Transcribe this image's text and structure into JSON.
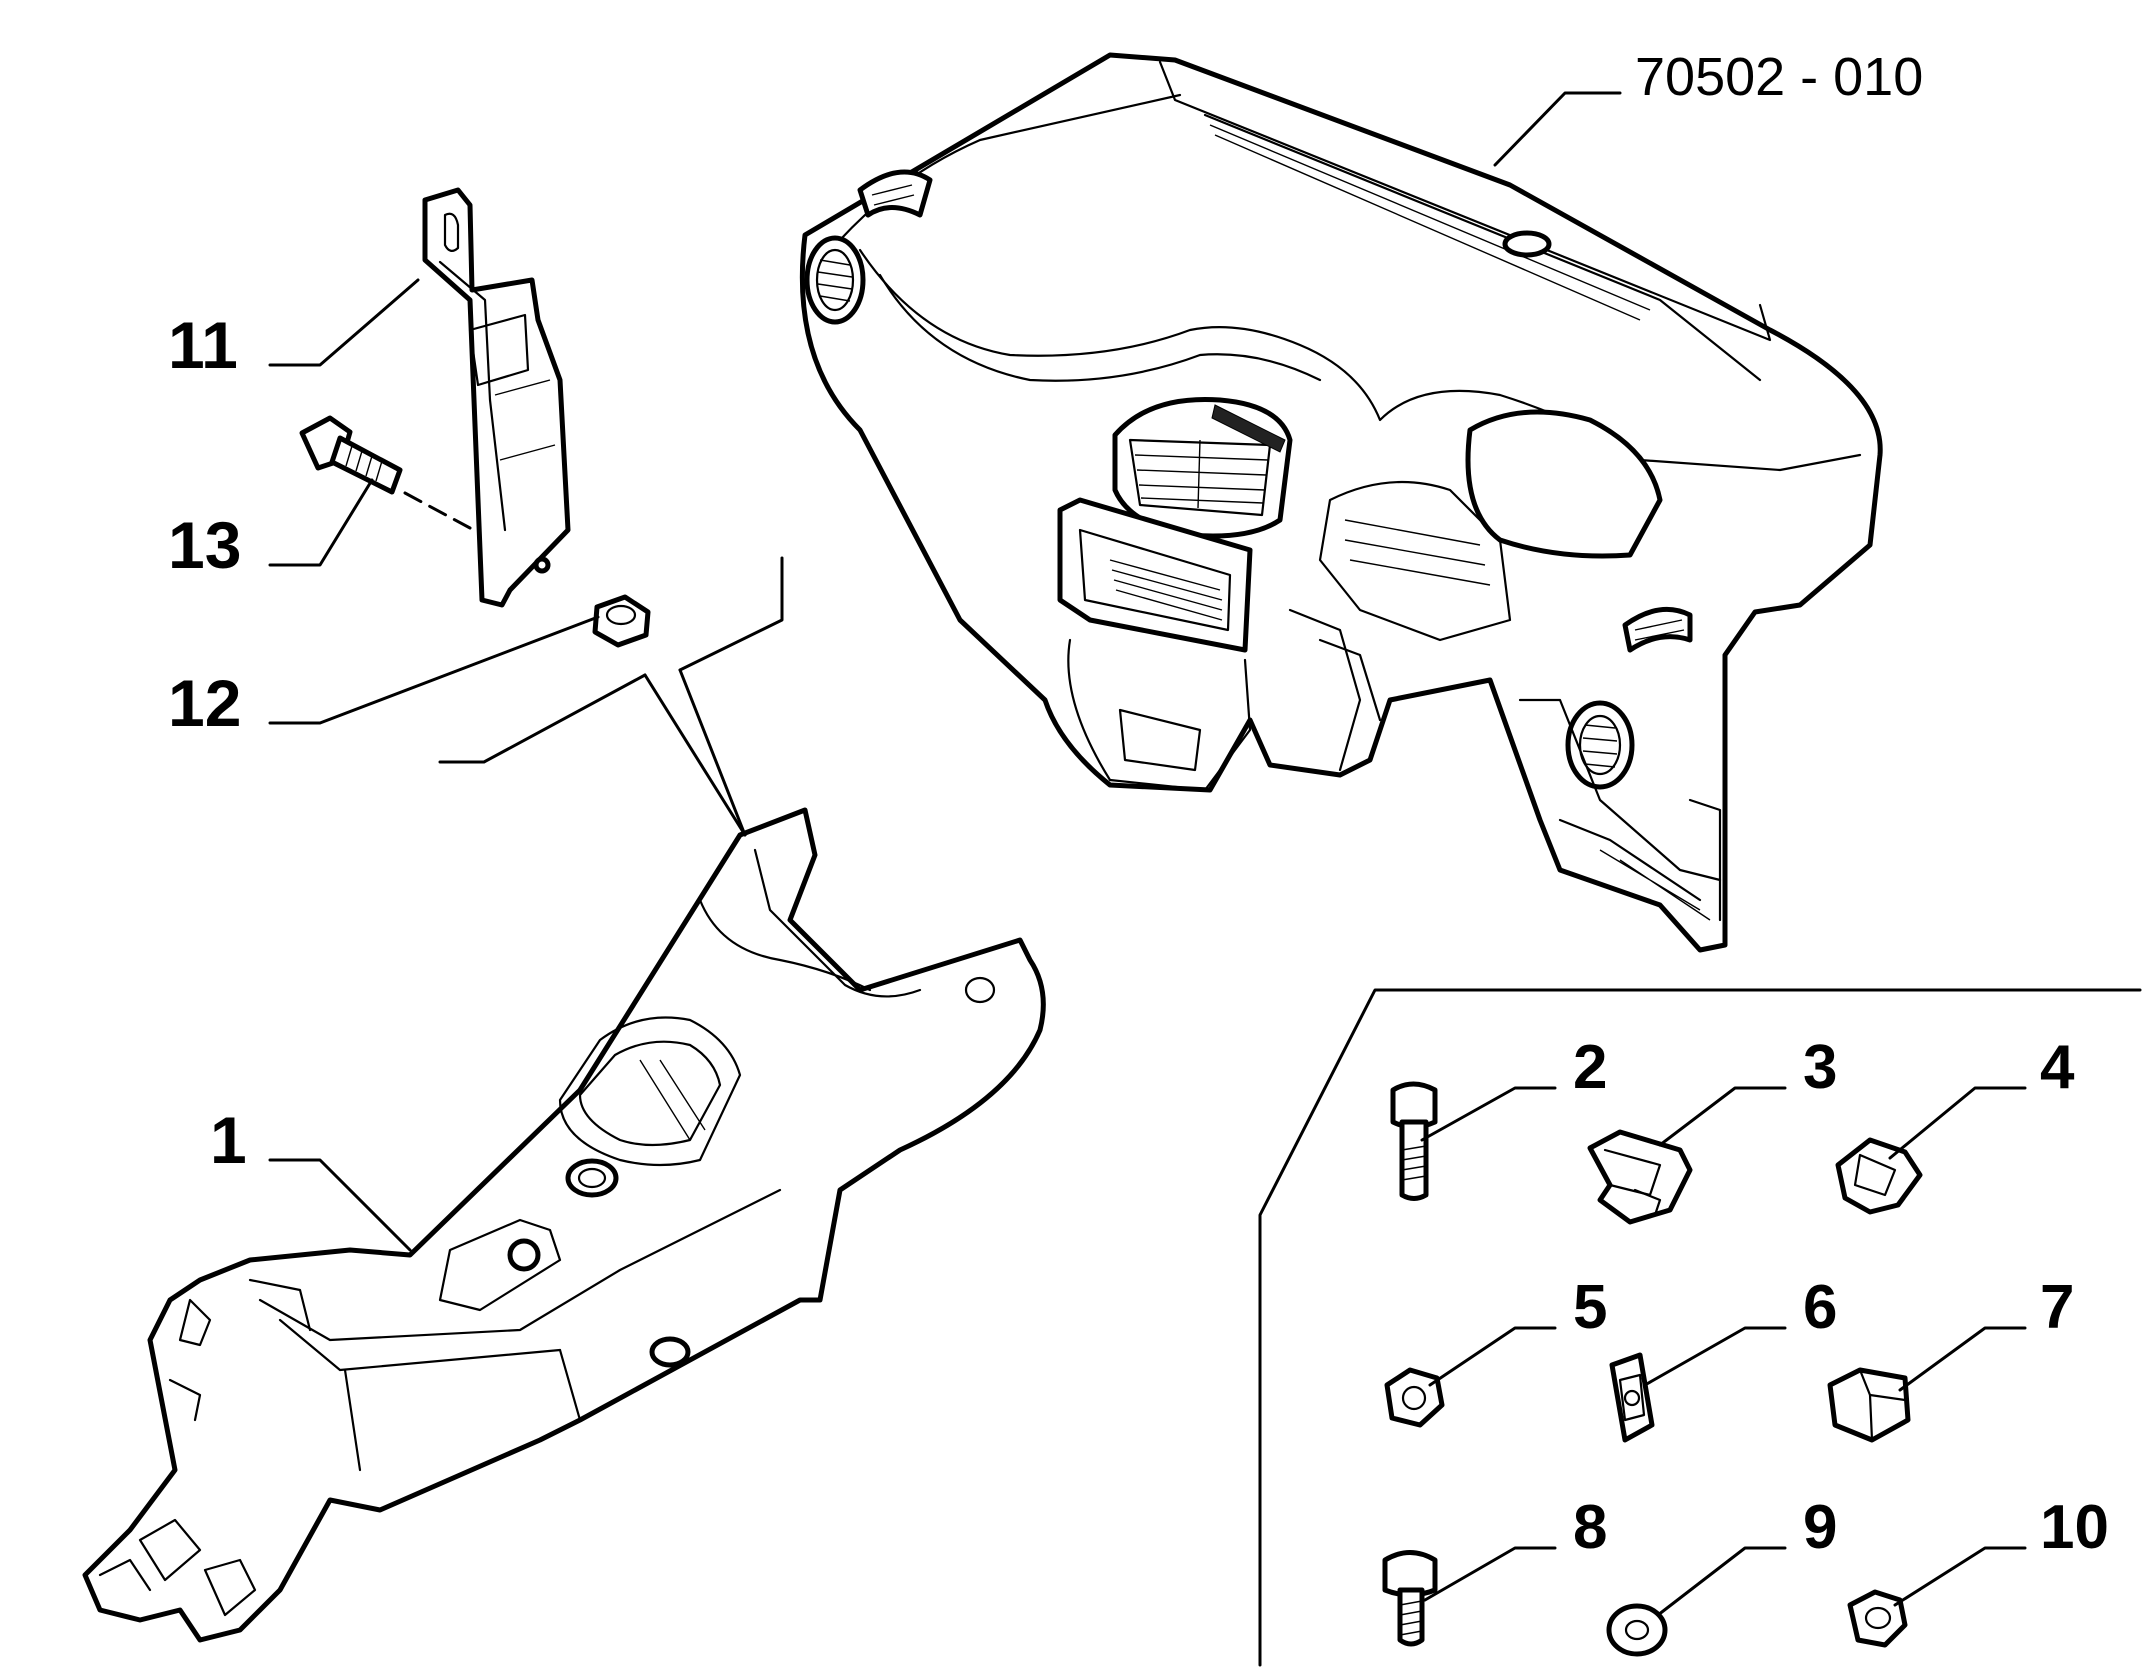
{
  "diagram": {
    "reference_code": "70502 - 010",
    "callouts": {
      "p1": "1",
      "p2": "2",
      "p3": "3",
      "p4": "4",
      "p5": "5",
      "p6": "6",
      "p7": "7",
      "p8": "8",
      "p9": "9",
      "p10": "10",
      "p11": "11",
      "p12": "12",
      "p13": "13"
    }
  }
}
